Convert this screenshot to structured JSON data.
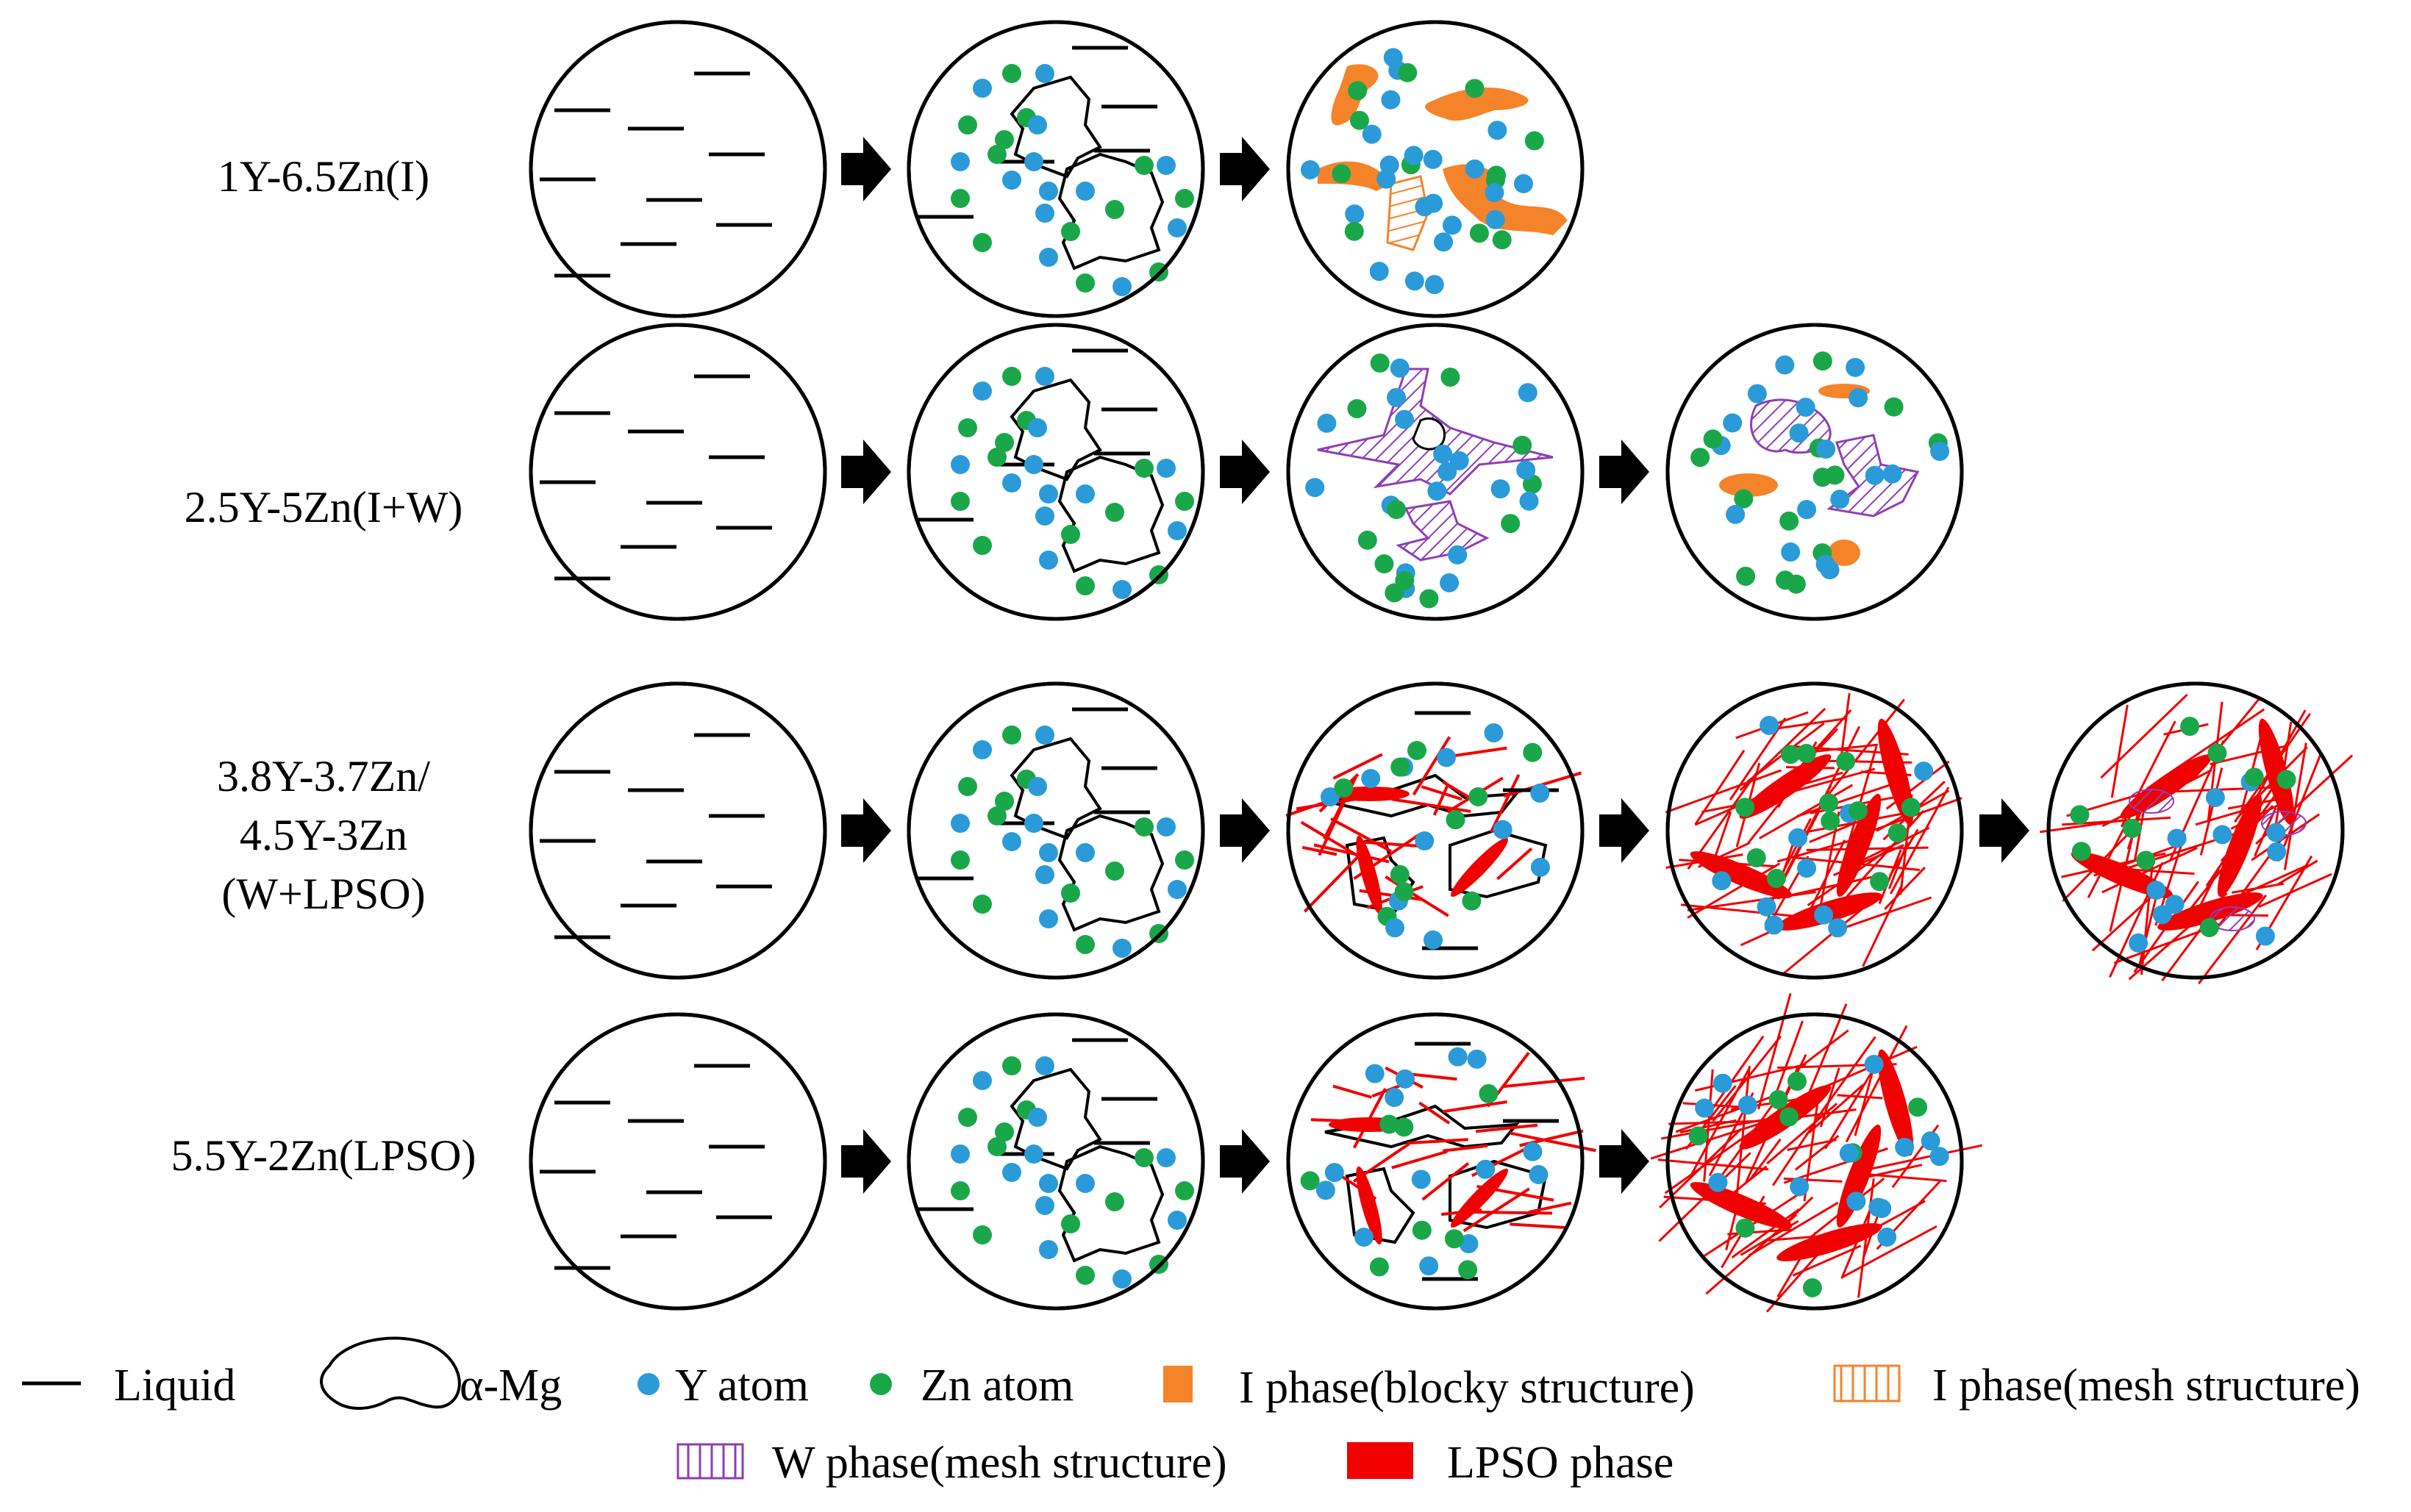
{
  "rows": [
    {
      "label_lines": [
        "1Y-6.5Zn(I)"
      ],
      "final_stages": [
        "I"
      ]
    },
    {
      "label_lines": [
        "2.5Y-5Zn(I+W)"
      ],
      "final_stages": [
        "W",
        "IW"
      ]
    },
    {
      "label_lines": [
        "3.8Y-3.7Zn/",
        "4.5Y-3Zn",
        "(W+LPSO)"
      ],
      "final_stages": [
        "LPSO-early",
        "LPSO",
        "LPSO-W"
      ]
    },
    {
      "label_lines": [
        "5.5Y-2Zn(LPSO)"
      ],
      "final_stages": [
        "LPSO-early",
        "LPSO"
      ]
    }
  ],
  "legend": {
    "liquid": "Liquid",
    "alpha_mg": "α-Mg",
    "y_atom": "Y atom",
    "zn_atom": "Zn atom",
    "i_blocky": "I phase(blocky structure)",
    "i_mesh": "I phase(mesh structure)",
    "w_mesh": "W phase(mesh structure)",
    "lpso": "LPSO phase"
  },
  "colors": {
    "y_atom": "#2a9bd8",
    "zn_atom": "#1aa74a",
    "i_phase": "#f5832a",
    "w_phase": "#8e3fb4",
    "lpso": "#f00000",
    "line": "#000000"
  }
}
